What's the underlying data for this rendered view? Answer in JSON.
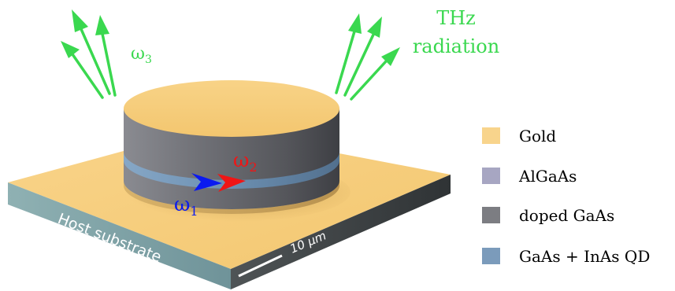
{
  "labels": {
    "omega1": {
      "symbol": "ω",
      "sub": "1"
    },
    "omega2": {
      "symbol": "ω",
      "sub": "2"
    },
    "omega3": {
      "symbol": "ω",
      "sub": "3"
    },
    "thz_line1": "THz",
    "thz_line2": "radiation",
    "host_substrate": "Host substrate",
    "scale_bar": "10 μm"
  },
  "legend": [
    {
      "label": "Gold",
      "color": "#f8d48c"
    },
    {
      "label": "AlGaAs",
      "color": "#a7a6c2"
    },
    {
      "label": "doped GaAs",
      "color": "#7c7d82"
    },
    {
      "label": "GaAs + InAs QD",
      "color": "#7b9bbb"
    }
  ],
  "colors": {
    "gold_top": "#f7cf7f",
    "substrate_side": "#7da1a6",
    "pillar_body": "#6d6e73",
    "qd_layer": "#6f93b5",
    "arrow_blue": "#0a1af0",
    "arrow_red": "#f01515",
    "radiation": "#3ad84f"
  }
}
